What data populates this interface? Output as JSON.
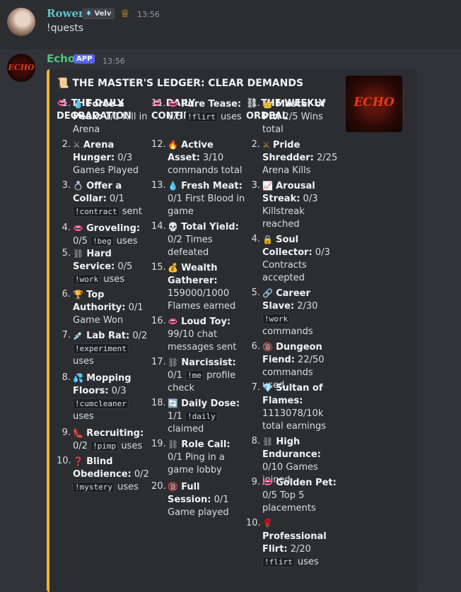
{
  "user_message": {
    "username": "Rowena",
    "clan_tag": "Velv",
    "clan_icon": "diamond-icon",
    "crown_icon": "crown-icon",
    "time": "13:56",
    "text": "!quests"
  },
  "bot_message": {
    "username": "Echo",
    "app_badge": "APP",
    "time": "13:56",
    "avatar_text": "ECHO"
  },
  "embed": {
    "title_icon": "scroll-icon",
    "title": "THE MASTER'S LEDGER: CLEAR DEMANDS",
    "thumbnail_text": "ECHO",
    "accent_color": "#f0b232",
    "columns": [
      {
        "heading_icon": "lips-icon",
        "heading": "THE DAILY DEGRADATION"
      },
      {
        "heading_icon": "lips-icon",
        "heading": "DAILY CONTINUED"
      },
      {
        "heading_icon": "chains-icon",
        "heading": "THE WEEKLY ORDEAL"
      }
    ],
    "col1": [
      {
        "n": "1.",
        "icon": "drop-icon",
        "name": "Force a Peak:",
        "pre": " 1/1 Kill in Arena",
        "code": "",
        "post": ""
      },
      {
        "n": "2.",
        "icon": "sword-icon",
        "name": "Arena Hunger:",
        "pre": " 0/3 Games Played",
        "code": "",
        "post": ""
      },
      {
        "n": "3.",
        "icon": "ring-icon",
        "name": "Offer a Collar:",
        "pre": " 0/1 ",
        "code": "!contract",
        "post": " sent"
      },
      {
        "n": "4.",
        "icon": "lips-icon",
        "name": "Groveling:",
        "pre": " 0/5 ",
        "code": "!beg",
        "post": " uses"
      },
      {
        "n": "5.",
        "icon": "chains-icon",
        "name": "Hard Service:",
        "pre": " 0/5 ",
        "code": "!work",
        "post": " uses"
      },
      {
        "n": "6.",
        "icon": "trophy-icon",
        "name": "Top Authority:",
        "pre": " 0/1 Game Won",
        "code": "",
        "post": ""
      },
      {
        "n": "7.",
        "icon": "syringe-icon",
        "name": "Lab Rat:",
        "pre": " 0/2 ",
        "code": "!experiment",
        "post": " uses"
      },
      {
        "n": "8.",
        "icon": "droplets-icon",
        "name": "Mopping Floors:",
        "pre": " 0/3 ",
        "code": "!cumcleaner",
        "post": " uses"
      },
      {
        "n": "9.",
        "icon": "heel-icon",
        "name": "Recruiting:",
        "pre": " 0/2 ",
        "code": "!pimp",
        "post": " uses"
      },
      {
        "n": "10.",
        "icon": "question-icon",
        "name": "Blind Obedience:",
        "pre": " 0/2 ",
        "code": "!mystery",
        "post": " uses"
      }
    ],
    "col2": [
      {
        "n": "11.",
        "icon": "lips-icon",
        "name": "Pure Tease:",
        "pre": " 0/5 ",
        "code": "!flirt",
        "post": " uses"
      },
      {
        "n": "12.",
        "icon": "fire-icon",
        "name": "Active Asset:",
        "pre": " 3/10 commands total",
        "code": "",
        "post": ""
      },
      {
        "n": "13.",
        "icon": "drop-icon",
        "name": "Fresh Meat:",
        "pre": " 0/1 First Blood in game",
        "code": "",
        "post": ""
      },
      {
        "n": "14.",
        "icon": "skull-icon",
        "name": "Total Yield:",
        "pre": " 0/2 Times defeated",
        "code": "",
        "post": ""
      },
      {
        "n": "15.",
        "icon": "moneybag-icon",
        "name": "Wealth Gatherer:",
        "pre": " 159000/1000 Flames earned",
        "code": "",
        "post": ""
      },
      {
        "n": "16.",
        "icon": "lips-icon",
        "name": "Loud Toy:",
        "pre": " 99/10 chat messages sent",
        "code": "",
        "post": ""
      },
      {
        "n": "17.",
        "icon": "chains-icon",
        "name": "Narcissist:",
        "pre": " 0/1 ",
        "code": "!me",
        "post": " profile check"
      },
      {
        "n": "18.",
        "icon": "refresh-icon",
        "name": "Daily Dose:",
        "pre": " 1/1 ",
        "code": "!daily",
        "post": " claimed"
      },
      {
        "n": "19.",
        "icon": "chains-icon",
        "name": "Role Call:",
        "pre": " 0/1 Ping in a game lobby",
        "code": "",
        "post": ""
      },
      {
        "n": "20.",
        "icon": "eighteen-icon",
        "name": "Full Session:",
        "pre": " 0/1 Game played",
        "code": "",
        "post": ""
      }
    ],
    "col3": [
      {
        "n": "1.",
        "icon": "crown-icon",
        "name": "Master of Pit:",
        "pre": " 2/5 Wins total",
        "code": "",
        "post": ""
      },
      {
        "n": "2.",
        "icon": "swords-icon",
        "name": "Pride Shredder:",
        "pre": " 2/25 Arena Kills",
        "code": "",
        "post": ""
      },
      {
        "n": "3.",
        "icon": "chart-up-icon",
        "name": "Arousal Streak:",
        "pre": " 0/3 Killstreak reached",
        "code": "",
        "post": ""
      },
      {
        "n": "4.",
        "icon": "lock-icon",
        "name": "Soul Collector:",
        "pre": " 0/3 Contracts accepted",
        "code": "",
        "post": ""
      },
      {
        "n": "5.",
        "icon": "link-icon",
        "name": "Career Slave:",
        "pre": " 2/30 ",
        "code": "!work",
        "post": " commands"
      },
      {
        "n": "6.",
        "icon": "eighteen-icon",
        "name": "Dungeon Fiend:",
        "pre": " 22/50 commands used",
        "code": "",
        "post": ""
      },
      {
        "n": "7.",
        "icon": "diamond-icon",
        "name": "Sultan of Flames:",
        "pre": " 1113078/10k total earnings",
        "code": "",
        "post": ""
      },
      {
        "n": "8.",
        "icon": "chains-icon",
        "name": "High Endurance:",
        "pre": " 0/10 Games joined",
        "code": "",
        "post": ""
      },
      {
        "n": "9.",
        "icon": "lips-icon",
        "name": "Golden Pet:",
        "pre": " 0/5 Top 5 placements",
        "code": "",
        "post": ""
      },
      {
        "n": "10.",
        "icon": "rose-icon",
        "name": "Professional Flirt:",
        "pre": " 2/20 ",
        "code": "!flirt",
        "post": " uses"
      }
    ]
  }
}
